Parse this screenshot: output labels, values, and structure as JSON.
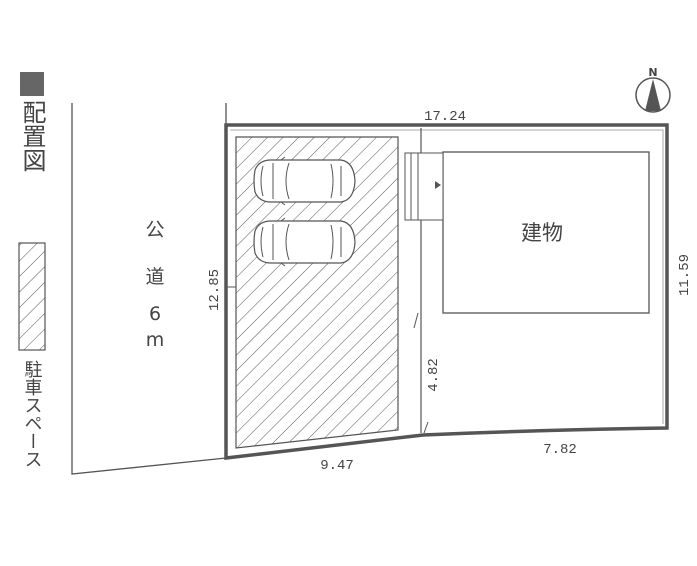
{
  "legend": {
    "title": "配置図",
    "parking_label": "駐車スペース"
  },
  "road": {
    "label_1": "公",
    "label_2": "道",
    "label_3": "6",
    "label_4": "m"
  },
  "building": {
    "label": "建物"
  },
  "north": {
    "label": "N"
  },
  "dimensions": {
    "top": "17.24",
    "left": "12.85",
    "right": "11.59",
    "middle": "4.82",
    "bottom_left": "9.47",
    "bottom_right": "7.82"
  },
  "colors": {
    "line": "#555555",
    "legend_square": "#666666"
  }
}
